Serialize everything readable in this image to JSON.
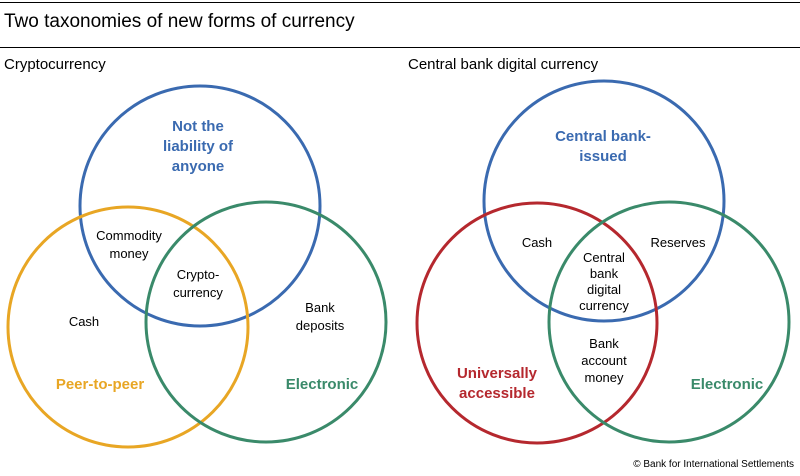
{
  "figure": {
    "title": "Two taxonomies of new forms of currency",
    "source": "© Bank for International Settlements"
  },
  "colors": {
    "blue": "#3a6ab0",
    "green": "#3a8a6a",
    "orange": "#e8a624",
    "red": "#b5282e",
    "text": "#000000"
  },
  "left_panel": {
    "title": "Cryptocurrency",
    "circles": {
      "top": {
        "color": "blue",
        "label": [
          "Not the",
          "liability of",
          "anyone"
        ]
      },
      "left": {
        "color": "orange",
        "label": [
          "Peer-to-peer"
        ]
      },
      "right": {
        "color": "green",
        "label": [
          "Electronic"
        ]
      }
    },
    "regions": {
      "commodity_money": [
        "Commodity",
        "money"
      ],
      "crypto": [
        "Crypto-",
        "currency"
      ],
      "cash": [
        "Cash"
      ],
      "bank_deposits": [
        "Bank",
        "deposits"
      ]
    }
  },
  "right_panel": {
    "title": "Central bank digital currency",
    "circles": {
      "top": {
        "color": "blue",
        "label": [
          "Central bank-",
          "issued"
        ]
      },
      "left": {
        "color": "red",
        "label": [
          "Universally",
          "accessible"
        ]
      },
      "right": {
        "color": "green",
        "label": [
          "Electronic"
        ]
      }
    },
    "regions": {
      "cash": [
        "Cash"
      ],
      "reserves": [
        "Reserves"
      ],
      "cbdc": [
        "Central",
        "bank",
        "digital",
        "currency"
      ],
      "bank_account_money": [
        "Bank",
        "account",
        "money"
      ]
    }
  }
}
